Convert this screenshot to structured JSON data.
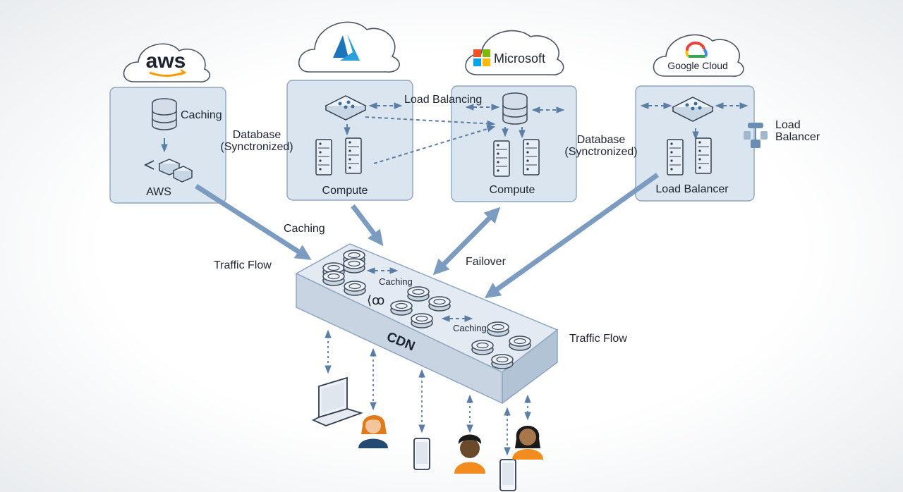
{
  "providers": {
    "aws": {
      "logo_text": "aws",
      "panel_label": "AWS",
      "caching_label": "Caching"
    },
    "azure": {
      "panel_label": "Compute"
    },
    "microsoft": {
      "logo_text": "Microsoft",
      "panel_label": "Compute"
    },
    "google": {
      "logo_text": "Google Cloud",
      "panel_label": "Load Balancer"
    }
  },
  "labels": {
    "database_sync_left_1": "Database",
    "database_sync_left_2": "(Synctronized)",
    "database_sync_right_1": "Database",
    "database_sync_right_2": "(Synctronized)",
    "load_balancing": "Load Balancing",
    "load_balancer_side_1": "Load",
    "load_balancer_side_2": "Balancer",
    "caching_mid": "Caching",
    "traffic_flow_left": "Traffic Flow",
    "failover": "Failover",
    "traffic_flow_right": "Traffic Flow"
  },
  "cdn": {
    "label": "CDN",
    "caching_top": "Caching",
    "caching_bottom": "Caching"
  },
  "colors": {
    "panel_fill": "#dbe5f0",
    "arrow": "#7b9cc0",
    "aws_orange": "#ff9900",
    "ms_red": "#f25022",
    "ms_green": "#7fba00",
    "ms_blue": "#00a4ef",
    "ms_yellow": "#ffb900",
    "user_orange": "#f28c1e"
  }
}
